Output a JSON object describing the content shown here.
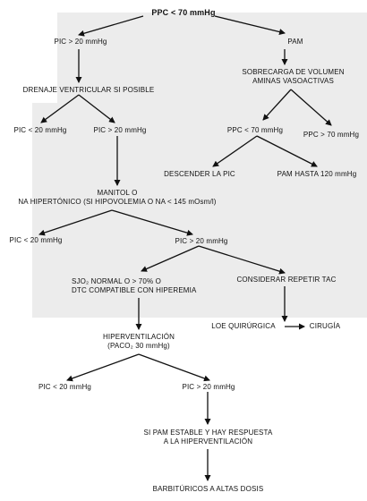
{
  "nodes": {
    "root": "PPC < 70 mmHg",
    "pic_high_top": "PIC > 20 mmHg",
    "pam": "PAM",
    "drenaje": "DRENAJE VENTRICULAR SI POSIBLE",
    "sobrecarga_1": "SOBRECARGA DE VOLUMEN",
    "sobrecarga_2": "AMINAS VASOACTIVAS",
    "pic_low_2": "PIC < 20 mmHg",
    "pic_high_2": "PIC > 20 mmHg",
    "ppc_low": "PPC < 70 mmHg",
    "ppc_high": "PPC > 70 mmHg",
    "descender": "DESCENDER LA PIC",
    "pam_hasta": "PAM HASTA 120 mmHg",
    "manitol_1": "MANITOL O",
    "manitol_2": "NA HIPERTÓNICO (SI HIPOVOLEMIA O NA < 145 mOsm/l)",
    "pic_low_3": "PIC < 20 mmHg",
    "pic_high_3": "PIC > 20 mmHg",
    "sjo2_1": "SJO₂ NORMAL O > 70% O",
    "sjo2_2": "DTC COMPATIBLE CON HIPEREMIA",
    "considerar": "CONSIDERAR REPETIR TAC",
    "loe": "LOE QUIRÚRGICA",
    "cirugia": "CIRUGÍA",
    "hiperv_1": "HIPERVENTILACIÓN",
    "hiperv_2": "(PACO₂ 30 mmHg)",
    "pic_low_4": "PIC < 20 mmHg",
    "pic_high_4": "PIC > 20 mmHg",
    "si_pam_1": "SI PAM ESTABLE Y HAY RESPUESTA",
    "si_pam_2": "A LA HIPERVENTILACIÓN",
    "barbituricos": "BARBITÚRICOS A ALTAS DOSIS"
  },
  "colors": {
    "panel": "#ececec",
    "ink": "#111111"
  }
}
